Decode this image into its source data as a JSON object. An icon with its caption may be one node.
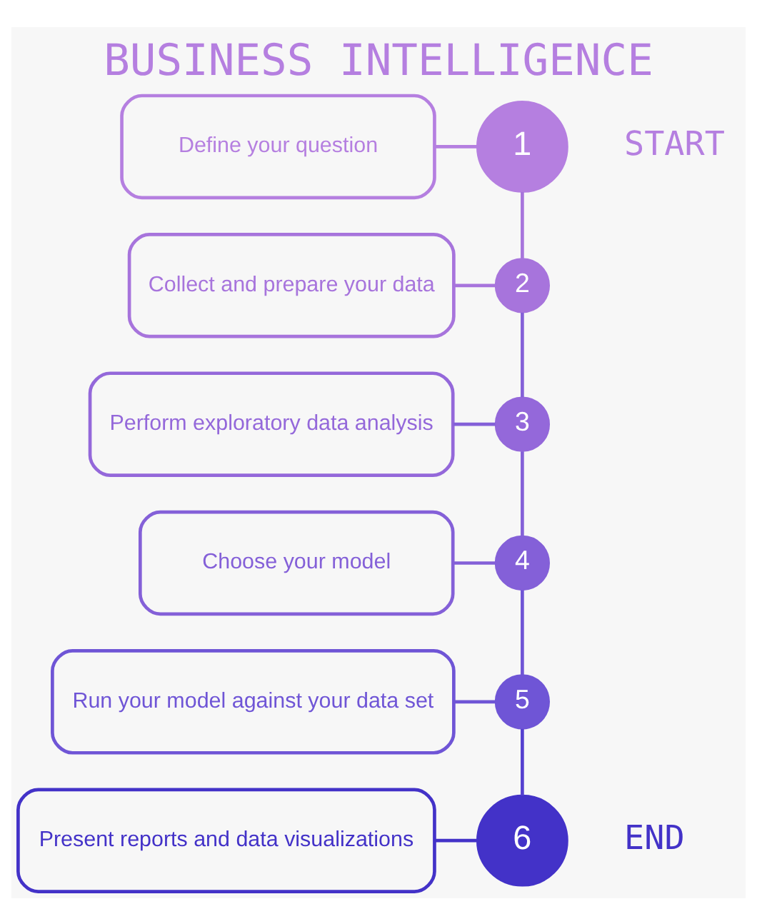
{
  "diagram": {
    "title": "BUSINESS INTELLIGENCE",
    "nodes": [
      {
        "text": [
          "Define your question"
        ]
      },
      {
        "text": [
          "1"
        ],
        "beside": [
          "START"
        ]
      },
      {
        "text": [
          "Collect and prepare your data"
        ]
      },
      {
        "text": [
          "2"
        ]
      },
      {
        "text": [
          "Perform exploratory data analysis"
        ]
      },
      {
        "text": [
          "3"
        ]
      },
      {
        "text": [
          "Choose your model"
        ]
      },
      {
        "text": [
          "4"
        ]
      },
      {
        "text": [
          "Run your model against your data set"
        ]
      },
      {
        "text": [
          "5"
        ]
      },
      {
        "text": [
          "Present reports and data visualizations"
        ]
      },
      {
        "text": [
          "6"
        ],
        "beside": [
          "END"
        ]
      }
    ],
    "edges": [
      {
        "from": 0,
        "to": 1,
        "arrow": "none",
        "color": "#b57fe0"
      },
      {
        "from": 1,
        "to": 3,
        "arrow": "none",
        "color": "#a774dc"
      },
      {
        "from": 2,
        "to": 3,
        "arrow": "none",
        "color": "#a774dc"
      },
      {
        "from": 3,
        "to": 5,
        "arrow": "none"
      },
      {
        "from": 4,
        "to": 5,
        "arrow": "none"
      },
      {
        "from": 5,
        "to": 7,
        "arrow": "none"
      },
      {
        "from": 6,
        "to": 7,
        "arrow": "none"
      },
      {
        "from": 7,
        "to": 9,
        "arrow": "none",
        "color": "#6f55d6"
      },
      {
        "from": 8,
        "to": 9,
        "arrow": "none",
        "color": "#6f55d6"
      },
      {
        "from": 9,
        "to": 11,
        "arrow": "none",
        "color": "#5540d0"
      },
      {
        "from": 10,
        "to": 11,
        "arrow": "none",
        "color": "#4332c8"
      }
    ]
  }
}
